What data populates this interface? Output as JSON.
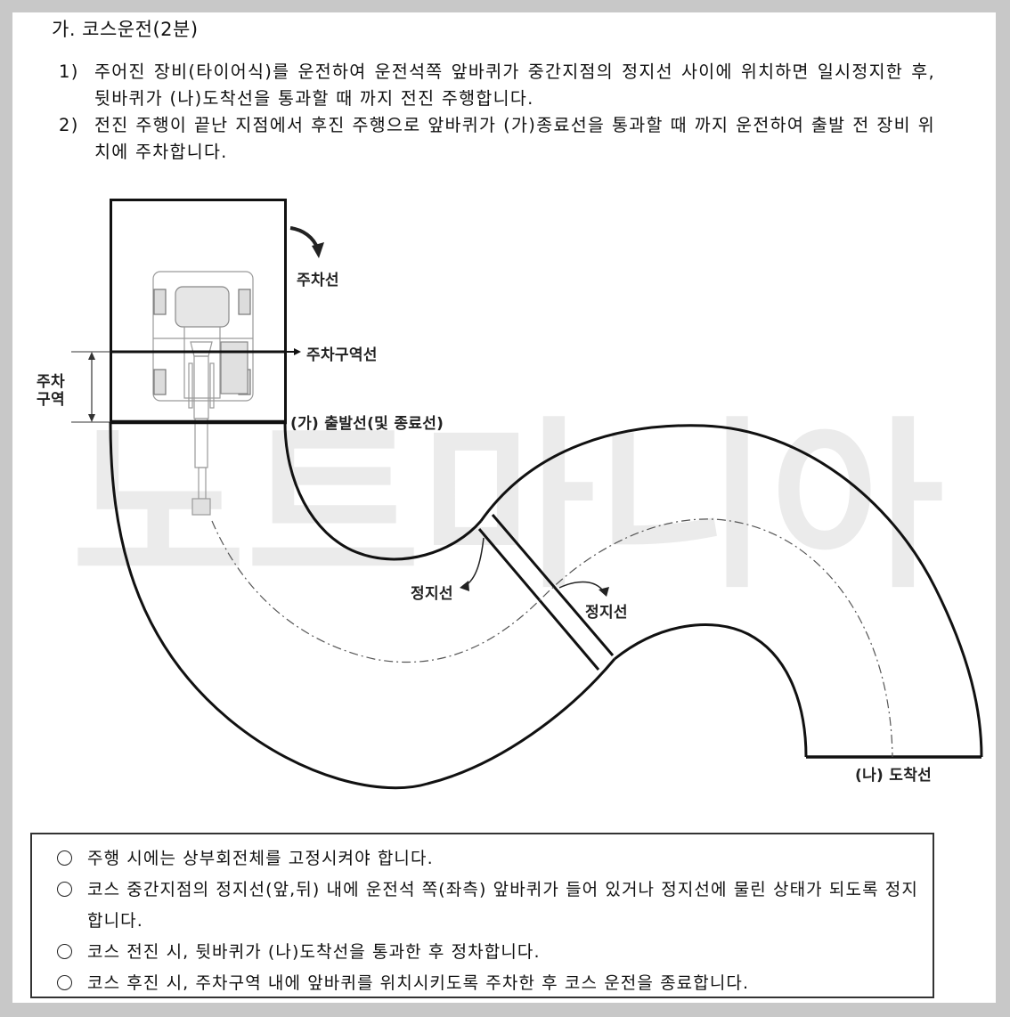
{
  "heading": "가. 코스운전(2분)",
  "steps": [
    {
      "num": "1)",
      "text": "주어진 장비(타이어식)를 운전하여 운전석쪽 앞바퀴가 중간지점의 정지선 사이에 위치하면 일시정지한 후, 뒷바퀴가 (나)도착선을 통과할 때 까지 전진 주행합니다."
    },
    {
      "num": "2)",
      "text": "전진 주행이 끝난 지점에서 후진 주행으로 앞바퀴가 (가)종료선을 통과할 때 까지 운전하여 출발 전 장비 위치에 주차합니다."
    }
  ],
  "diagram": {
    "labels": {
      "parking_line": "주차선",
      "parking_zone_line": "주차구역선",
      "parking_zone_line1": "주차",
      "parking_zone_line2": "구역",
      "start_line": "(가) 출발선(및 종료선)",
      "stop_line_1": "정지선",
      "stop_line_2": "정지선",
      "arrival_line": "(나) 도착선"
    },
    "watermark": "노트마니아",
    "colors": {
      "line": "#111111",
      "centerline": "#555555",
      "equipment": "#9a9a9a",
      "watermark": "#ebebeb"
    }
  },
  "notes": [
    "주행 시에는 상부회전체를 고정시켜야 합니다.",
    "코스 중간지점의 정지선(앞,뒤) 내에 운전석 쪽(좌측) 앞바퀴가 들어 있거나 정지선에 물린 상태가 되도록 정지합니다.",
    "코스 전진 시, 뒷바퀴가 (나)도착선을 통과한 후 정차합니다.",
    "코스 후진 시, 주차구역 내에 앞바퀴를 위치시키도록 주차한 후 코스 운전을 종료합니다."
  ]
}
